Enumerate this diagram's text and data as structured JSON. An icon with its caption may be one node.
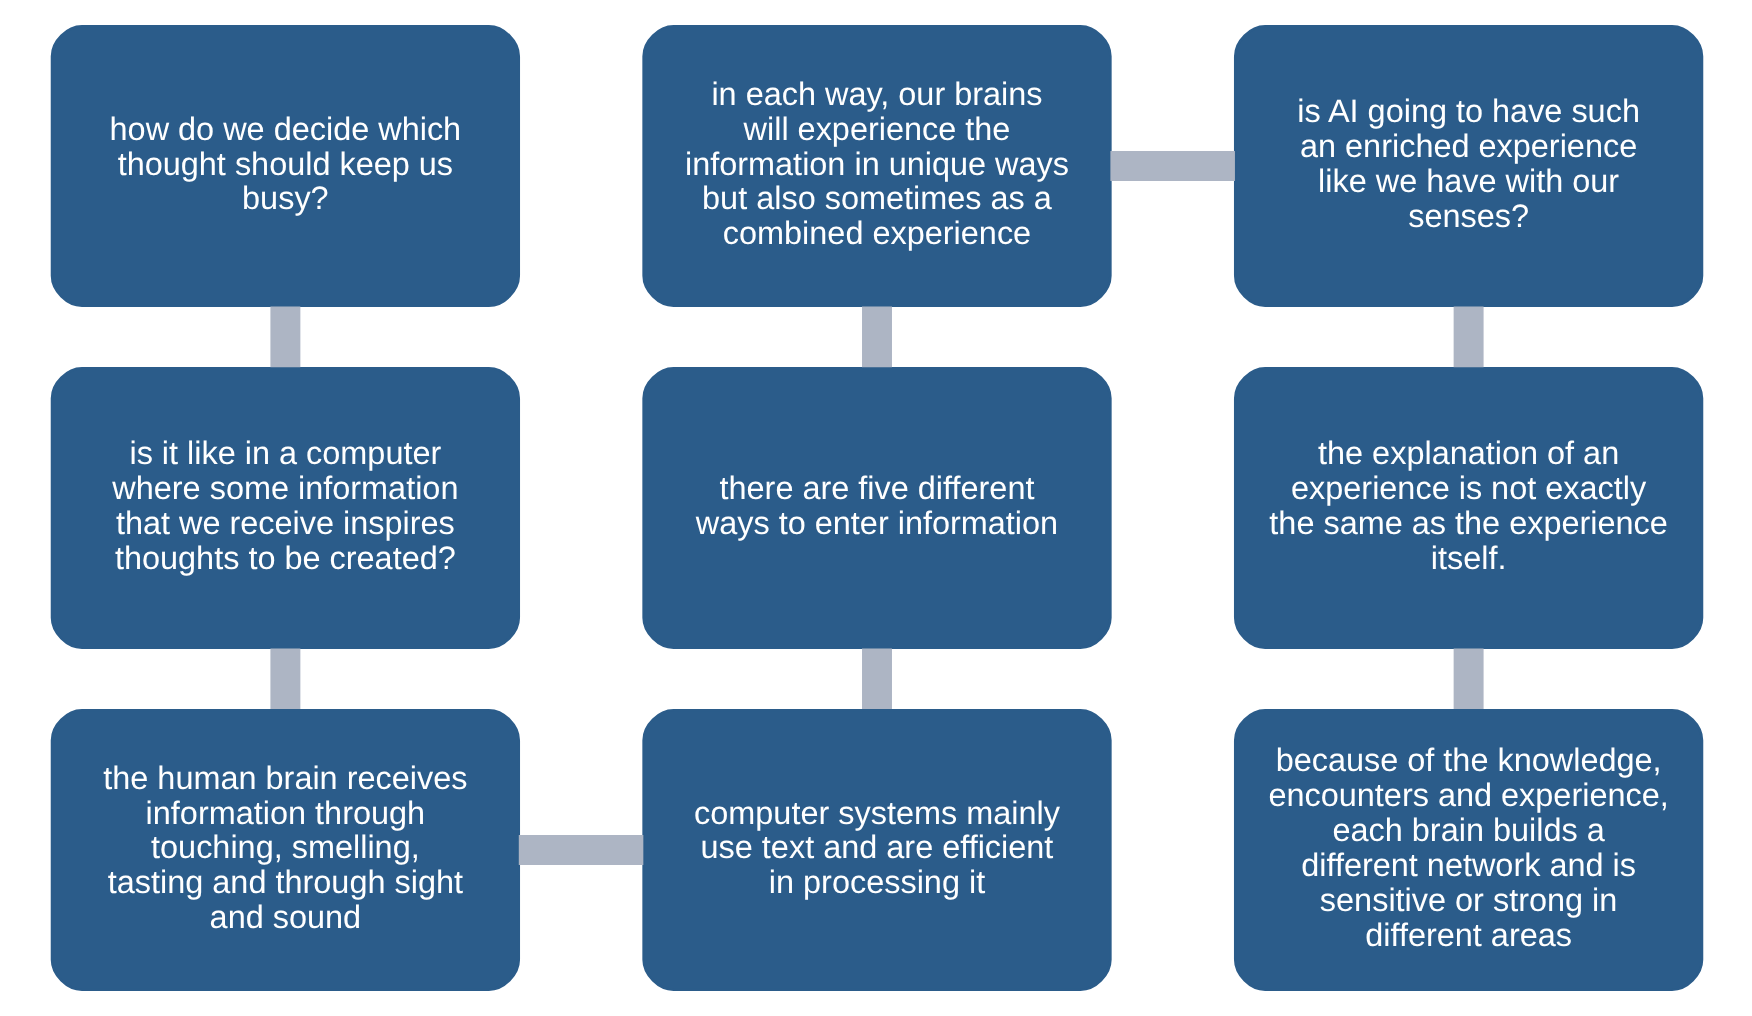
{
  "diagram": {
    "nodes": [
      {
        "text": [
          "how do we decide which thought should keep us busy?"
        ]
      },
      {
        "text": [
          "is it like in a computer where some information that we receive inspires thoughts to be created?"
        ]
      },
      {
        "text": [
          "the human brain receives information through touching, smelling, tasting and through sight and sound"
        ]
      },
      {
        "text": [
          "computer systems mainly use text and are efficient in processing it"
        ]
      },
      {
        "text": [
          "there are five different ways to enter information"
        ]
      },
      {
        "text": [
          "in each way, our brains will experience the information in unique ways but also sometimes as a combined experience"
        ]
      },
      {
        "text": [
          "is AI going to have such an enriched experience like we have with our senses?"
        ]
      },
      {
        "text": [
          "the explanation of an experience is not exactly the same as the experience itself."
        ]
      },
      {
        "text": [
          "because of the knowledge, encounters and experience, each brain builds a different network and is sensitive or strong in different areas"
        ]
      }
    ],
    "edges": [
      {
        "from": 0,
        "to": 1,
        "arrow": "none"
      },
      {
        "from": 1,
        "to": 2,
        "arrow": "none"
      },
      {
        "from": 2,
        "to": 3,
        "arrow": "none"
      },
      {
        "from": 3,
        "to": 4,
        "arrow": "none"
      },
      {
        "from": 4,
        "to": 5,
        "arrow": "none"
      },
      {
        "from": 5,
        "to": 6,
        "arrow": "none"
      },
      {
        "from": 6,
        "to": 7,
        "arrow": "none"
      },
      {
        "from": 7,
        "to": 8,
        "arrow": "none"
      }
    ]
  }
}
